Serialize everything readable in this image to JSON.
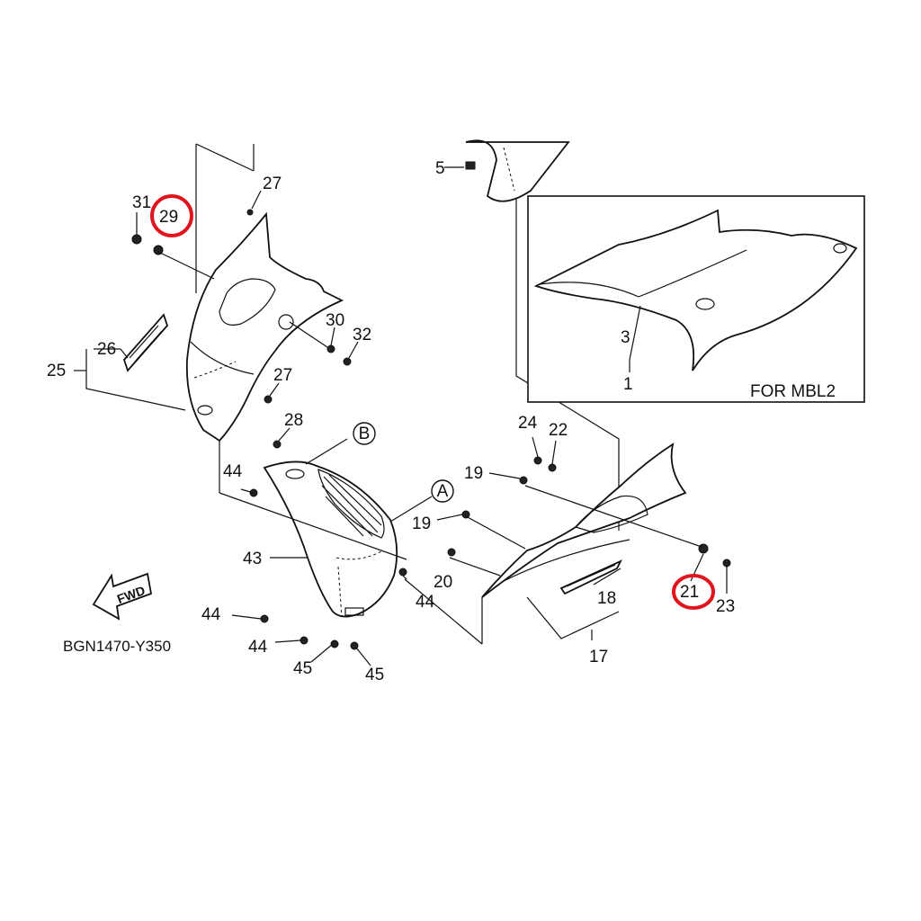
{
  "diagram": {
    "code": "BGN1470-Y350",
    "variant_note": "FOR MBL2",
    "fwd_label": "FWD",
    "callouts": {
      "c1": "1",
      "c3": "3",
      "c5": "5",
      "c17": "17",
      "c18": "18",
      "c19a": "19",
      "c19b": "19",
      "c20": "20",
      "c21": "21",
      "c22": "22",
      "c23": "23",
      "c24": "24",
      "c25": "25",
      "c26": "26",
      "c27a": "27",
      "c27b": "27",
      "c28": "28",
      "c29": "29",
      "c30": "30",
      "c31": "31",
      "c32": "32",
      "c43": "43",
      "c44a": "44",
      "c44b": "44",
      "c44c": "44",
      "c44d": "44",
      "c45a": "45",
      "c45b": "45"
    },
    "refs": {
      "A": "A",
      "B": "B"
    },
    "highlighted": [
      "29",
      "21"
    ],
    "highlight_color": "#e0141e"
  }
}
